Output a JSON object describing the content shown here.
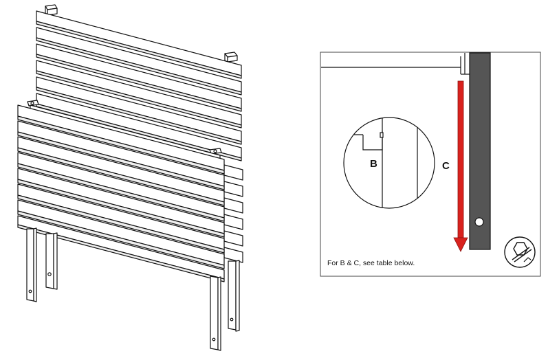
{
  "callout": {
    "label_b": "B",
    "label_c": "C",
    "note": "For B & C, see table below."
  },
  "colors": {
    "line": "#111111",
    "panel_fill": "#ffffff",
    "post_fill": "#555555",
    "arrow": "#d9221e",
    "frame": "#444444"
  },
  "icons": [
    "drill-bit-hexagon-icon"
  ]
}
